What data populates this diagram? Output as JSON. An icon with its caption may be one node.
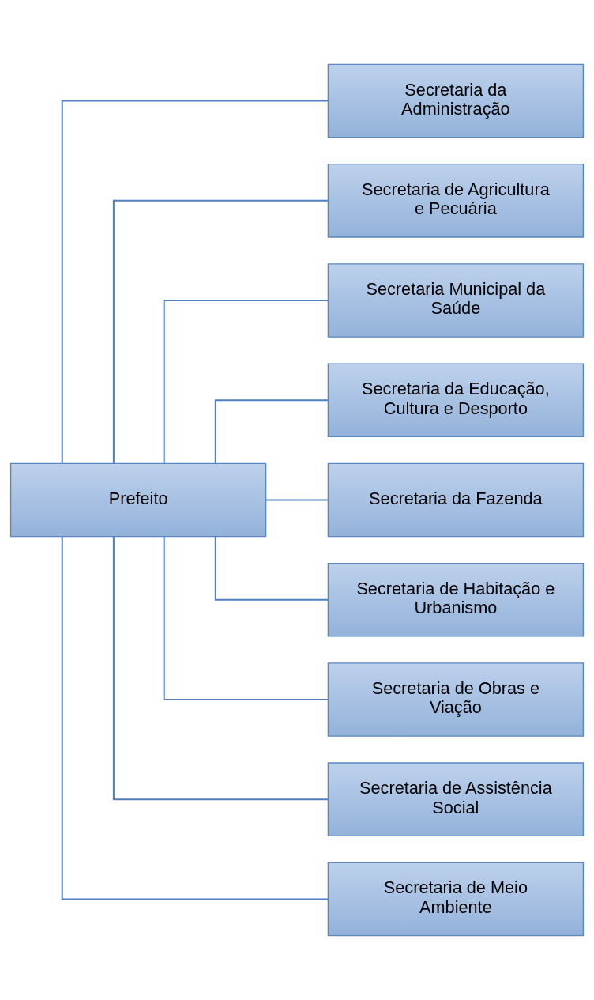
{
  "diagram": {
    "nodes": [
      {
        "text": [
          "Prefeito"
        ]
      },
      {
        "text": [
          "Secretaria da Administração"
        ]
      },
      {
        "text": [
          "Secretaria de Agricultura e Pecuária"
        ]
      },
      {
        "text": [
          "Secretaria Municipal da Saúde"
        ]
      },
      {
        "text": [
          "Secretaria da Educação, Cultura e Desporto"
        ]
      },
      {
        "text": [
          "Secretaria da Fazenda"
        ]
      },
      {
        "text": [
          "Secretaria de Habitação e Urbanismo"
        ]
      },
      {
        "text": [
          "Secretaria de Obras e Viação"
        ]
      },
      {
        "text": [
          "Secretaria de Assistência Social"
        ]
      },
      {
        "text": [
          "Secretaria de Meio Ambiente"
        ]
      }
    ],
    "edges": [
      {
        "from": 0,
        "to": 1,
        "arrow": "none"
      },
      {
        "from": 0,
        "to": 2,
        "arrow": "none"
      },
      {
        "from": 0,
        "to": 3,
        "arrow": "none"
      },
      {
        "from": 0,
        "to": 4,
        "arrow": "none"
      },
      {
        "from": 0,
        "to": 5,
        "arrow": "none"
      },
      {
        "from": 0,
        "to": 6,
        "arrow": "none"
      },
      {
        "from": 0,
        "to": 7,
        "arrow": "none"
      },
      {
        "from": 0,
        "to": 8,
        "arrow": "none"
      },
      {
        "from": 0,
        "to": 9,
        "arrow": "none"
      }
    ]
  }
}
